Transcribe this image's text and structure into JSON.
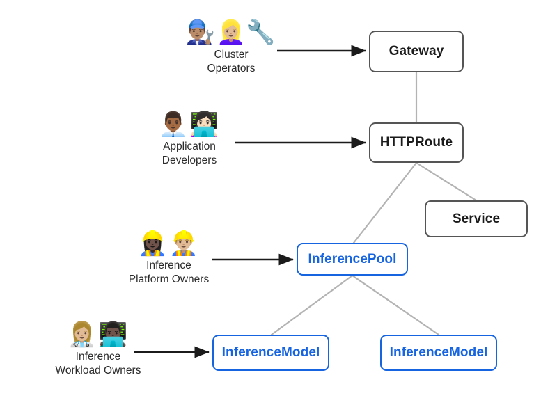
{
  "diagram": {
    "title": "Gateway API Inference Extension resource and persona diagram",
    "background_color": "#ffffff",
    "colors": {
      "core_border": "#555555",
      "core_text": "#1b1b1b",
      "extension_border": "#1764e0",
      "extension_text": "#1764e0",
      "connector_line": "#b3b3b3",
      "arrow": "#1b1b1b",
      "persona_text": "#2b2b2b"
    }
  },
  "nodes": [
    {
      "id": "gateway",
      "label": "Gateway",
      "kind": "core"
    },
    {
      "id": "httproute",
      "label": "HTTPRoute",
      "kind": "core"
    },
    {
      "id": "service",
      "label": "Service",
      "kind": "core"
    },
    {
      "id": "inferencepool",
      "label": "InferencePool",
      "kind": "extension"
    },
    {
      "id": "model1",
      "label": "InferenceModel",
      "kind": "extension"
    },
    {
      "id": "model2",
      "label": "InferenceModel",
      "kind": "extension"
    }
  ],
  "personas": [
    {
      "id": "cluster-operators",
      "emojis": "👨🏽‍🔧👱🏼‍♀️‍🔧",
      "emoji_names": [
        "man-mechanic-icon",
        "woman-mechanic-icon"
      ],
      "name": "Cluster\nOperators",
      "targets": "gateway"
    },
    {
      "id": "application-developers",
      "emojis": "👨🏾‍💼👩🏻‍💻",
      "emoji_names": [
        "man-office-worker-icon",
        "woman-technologist-icon"
      ],
      "name": "Application\nDevelopers",
      "targets": "httproute"
    },
    {
      "id": "inference-platform-owners",
      "emojis": "👷🏿‍♀️👷🏼‍♂️",
      "emoji_names": [
        "woman-construction-worker-icon",
        "man-construction-worker-icon"
      ],
      "name": "Inference\nPlatform Owners",
      "targets": "inferencepool"
    },
    {
      "id": "inference-workload-owners",
      "emojis": "👩🏼‍⚕️👨🏿‍💻",
      "emoji_names": [
        "woman-health-worker-icon",
        "man-technologist-icon"
      ],
      "name": "Inference\nWorkload Owners",
      "targets": "model1"
    }
  ],
  "connections": [
    {
      "from": "gateway",
      "to": "httproute",
      "style": "line"
    },
    {
      "from": "httproute",
      "to": "service",
      "style": "line"
    },
    {
      "from": "httproute",
      "to": "inferencepool",
      "style": "line"
    },
    {
      "from": "inferencepool",
      "to": "model1",
      "style": "line"
    },
    {
      "from": "inferencepool",
      "to": "model2",
      "style": "line"
    }
  ],
  "arrows": [
    {
      "from": "cluster-operators",
      "to": "gateway"
    },
    {
      "from": "application-developers",
      "to": "httproute"
    },
    {
      "from": "inference-platform-owners",
      "to": "inferencepool"
    },
    {
      "from": "inference-workload-owners",
      "to": "model1"
    }
  ]
}
